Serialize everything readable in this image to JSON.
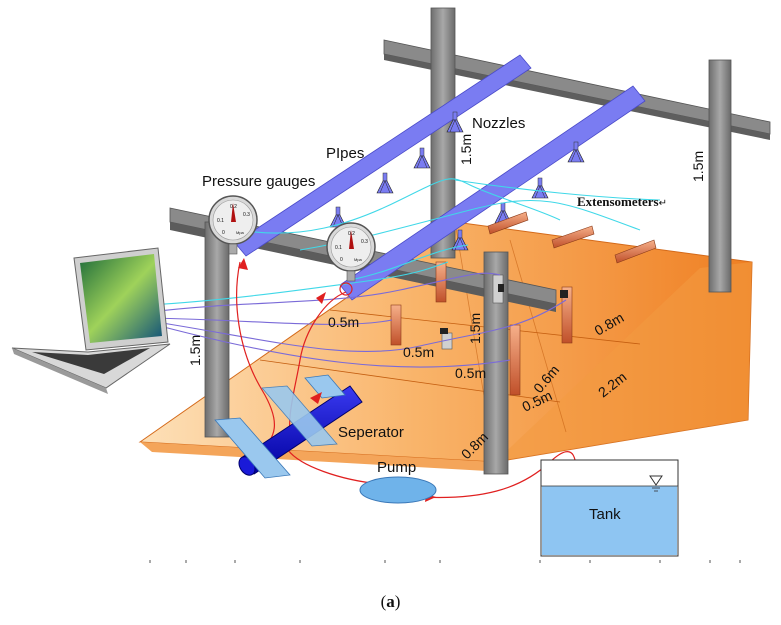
{
  "labels": {
    "nozzles": "Nozzles",
    "pipes": "PIpes",
    "pressure_gauges": "Pressure gauges",
    "extensometers": "Extensometers",
    "extensometers_mark": "↵",
    "seperator": "Seperator",
    "pump": "Pump",
    "tank": "Tank"
  },
  "dimensions": {
    "post_front_left": "1.5m",
    "post_back_center": "1.5m",
    "post_back_right": "1.5m",
    "post_front_center": "1.5m",
    "spacing_a": "0.5m",
    "spacing_b": "0.5m",
    "spacing_c": "0.5m",
    "spacing_d": "0.5m",
    "depth_a": "0.6m",
    "width_right": "0.8m",
    "width_front": "0.8m",
    "length_slope": "2.2m"
  },
  "gauge": {
    "tick_0": "0",
    "tick_01": "0.1",
    "tick_02": "0.2",
    "tick_03": "0.3",
    "unit": "Mpa"
  },
  "caption": {
    "open": "(",
    "letter": "a",
    "close": ")"
  },
  "colors": {
    "slope_light": "#fcc98a",
    "slope_dark": "#f08a2c",
    "pipe": "#7a7cf2",
    "post": "#8a8a8a",
    "beam": "#7c7c7c",
    "separator": "#1010d0",
    "pump": "#6fb3ea",
    "tank_water": "#8ec5f2",
    "water_line": "#e02020",
    "cable_cyan": "#40d8e8",
    "cable_purple": "#7a6ad8"
  }
}
